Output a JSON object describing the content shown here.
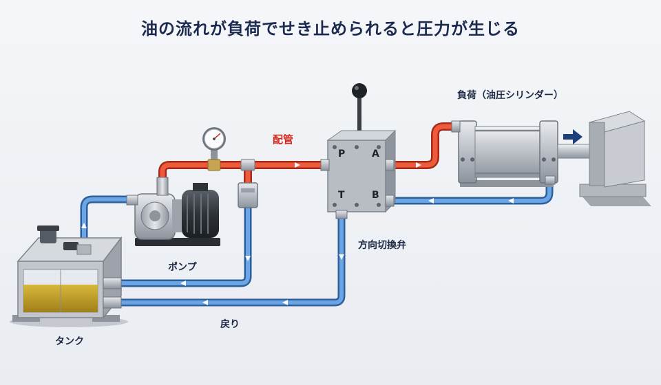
{
  "title": "油の流れが負荷でせき止められると圧力が生じる",
  "labels": {
    "pipe": "配管",
    "load": "負荷（油圧シリンダー）",
    "valve": "方向切換弁",
    "pump": "ポンプ",
    "return": "戻り",
    "tank": "タンク"
  },
  "ports": {
    "p": "P",
    "a": "A",
    "t": "T",
    "b": "B"
  },
  "colors": {
    "pressure_line": "#e2452c",
    "return_line": "#4f8fd6",
    "title": "#1b2a4e",
    "pipe_label": "#d42a1e",
    "load_arrow": "#1f3f7a"
  }
}
